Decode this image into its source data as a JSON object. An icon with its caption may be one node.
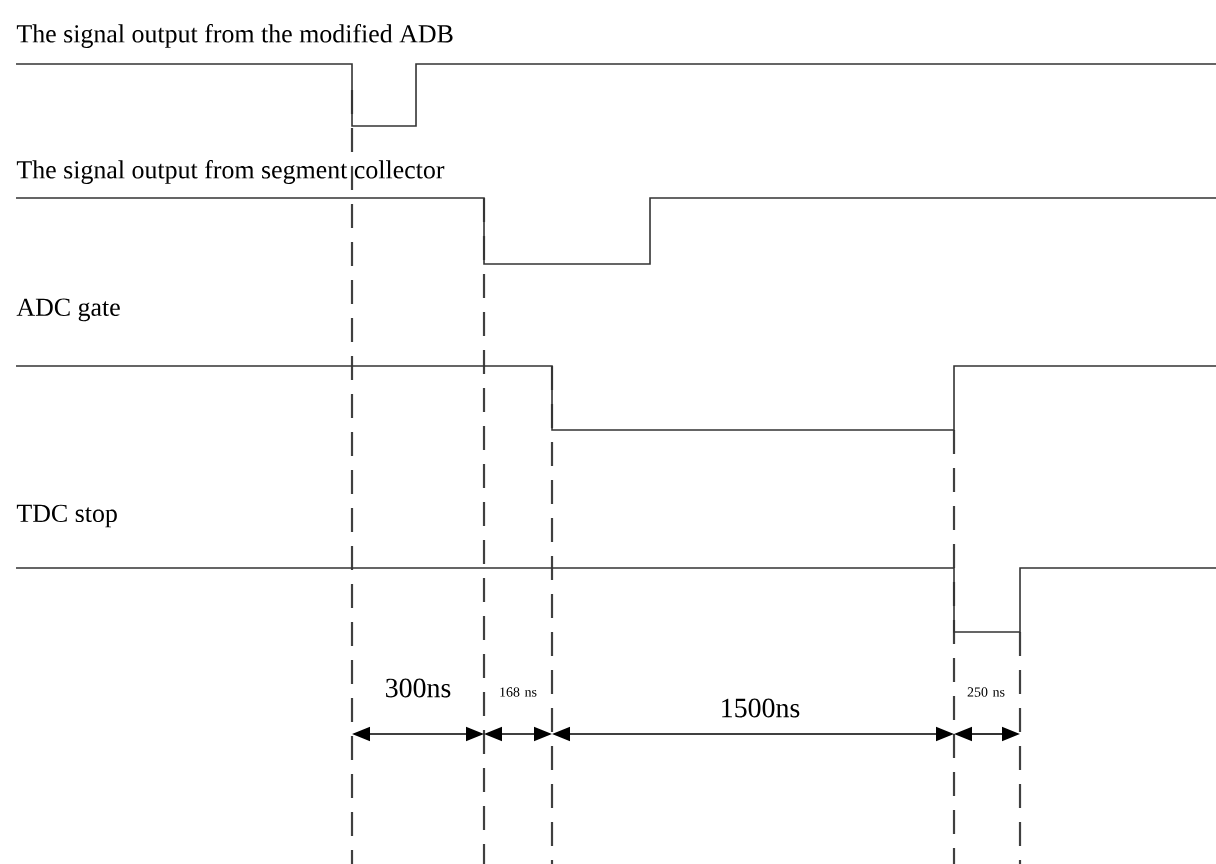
{
  "diagram": {
    "labels": [
      "The signal output from the modified ADB",
      "The signal output from segment collector",
      "ADC gate",
      "TDC stop",
      "300ns",
      "168 ns",
      "1500ns",
      "250 ns"
    ]
  }
}
